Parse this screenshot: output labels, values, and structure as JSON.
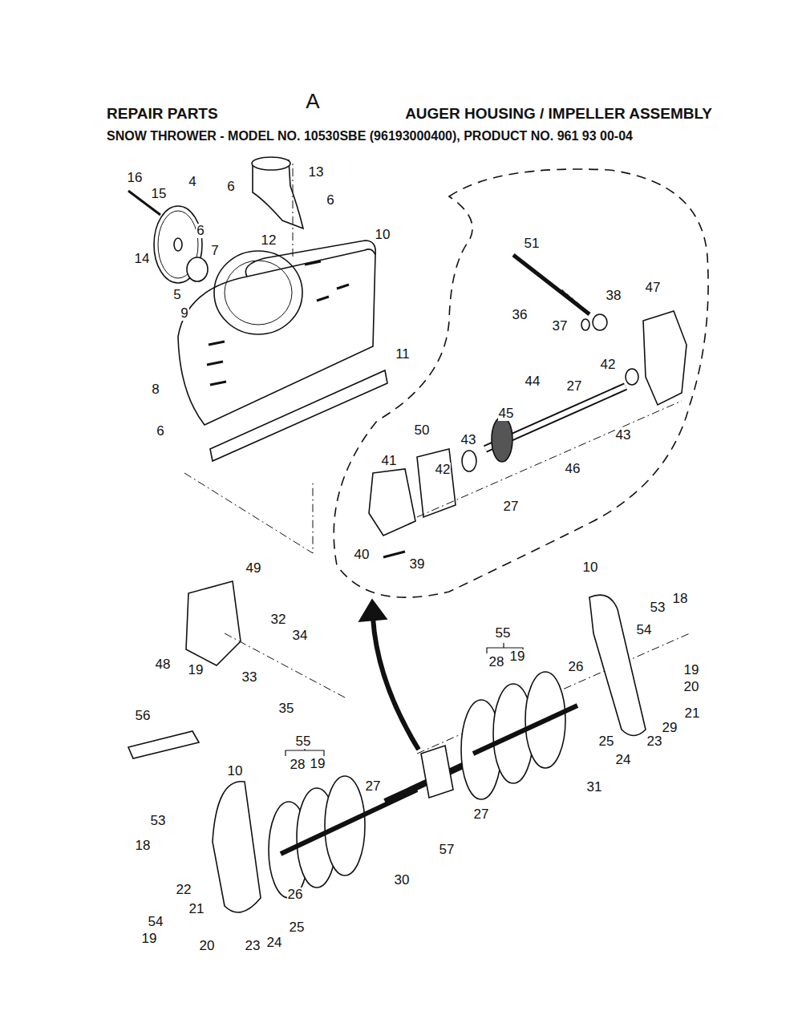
{
  "diagram": {
    "title": "AUGER HOUSING / IMPELLER ASSEMBLY",
    "labels": [
      "REPAIR PARTS",
      "A",
      "SNOW THROWER - MODEL NO. 10530SBE (96193000400), PRODUCT NO. 961 93 00-04",
      "16",
      "15",
      "4",
      "6",
      "13",
      "6",
      "6",
      "7",
      "12",
      "10",
      "14",
      "5",
      "9",
      "8",
      "11",
      "6",
      "51",
      "36",
      "38",
      "37",
      "47",
      "44",
      "45",
      "42",
      "27",
      "43",
      "50",
      "42",
      "43",
      "46",
      "27",
      "41",
      "40",
      "39",
      "49",
      "32",
      "34",
      "48",
      "19",
      "33",
      "35",
      "10",
      "53",
      "18",
      "55",
      "28",
      "19",
      "54",
      "26",
      "19",
      "20",
      "21",
      "29",
      "23",
      "25",
      "24",
      "31",
      "56",
      "55",
      "28",
      "19",
      "10",
      "27",
      "27",
      "57",
      "53",
      "18",
      "30",
      "22",
      "21",
      "54",
      "26",
      "19",
      "20",
      "23",
      "24",
      "25"
    ]
  }
}
